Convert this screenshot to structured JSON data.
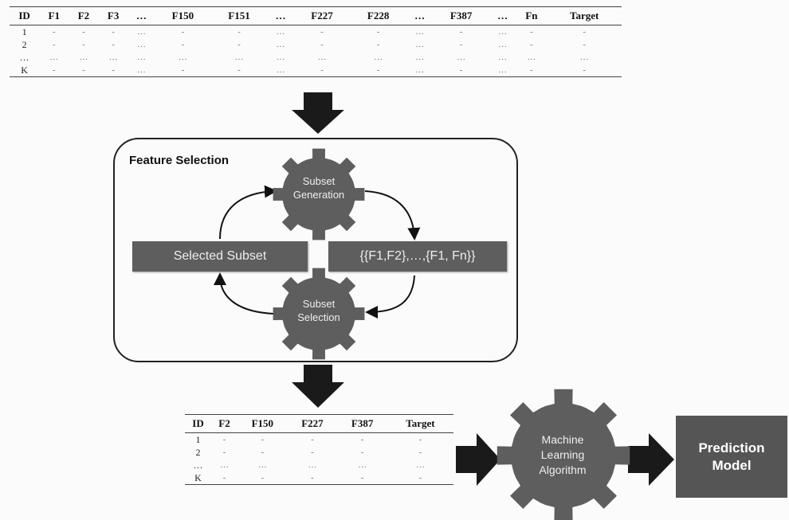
{
  "top_table": {
    "headers": [
      "ID",
      "F1",
      "F2",
      "F3",
      "…",
      "F150",
      "F151",
      "…",
      "F227",
      "F228",
      "…",
      "F387",
      "…",
      "Fn",
      "Target"
    ],
    "rows": [
      [
        "1",
        "-",
        "-",
        "-",
        "…",
        "-",
        "-",
        "…",
        "-",
        "-",
        "…",
        "-",
        "…",
        "-",
        "-"
      ],
      [
        "2",
        "-",
        "-",
        "-",
        "…",
        "-",
        "-",
        "…",
        "-",
        "-",
        "…",
        "-",
        "…",
        "-",
        "-"
      ],
      [
        "…",
        "…",
        "…",
        "…",
        "…",
        "…",
        "…",
        "…",
        "…",
        "…",
        "…",
        "…",
        "…",
        "…",
        "…"
      ],
      [
        "K",
        "-",
        "-",
        "-",
        "…",
        "-",
        "-",
        "…",
        "-",
        "-",
        "…",
        "-",
        "…",
        "-",
        "-"
      ]
    ]
  },
  "feature_selection": {
    "title": "Feature Selection",
    "gear_top_line1": "Subset",
    "gear_top_line2": "Generation",
    "gear_bottom_line1": "Subset",
    "gear_bottom_line2": "Selection",
    "selected_subset": "Selected Subset",
    "subsets": "{{F1,F2},…,{F1, Fn}}"
  },
  "bottom_table": {
    "headers": [
      "ID",
      "F2",
      "F150",
      "F227",
      "F387",
      "Target"
    ],
    "rows": [
      [
        "1",
        "-",
        "-",
        "-",
        "-",
        "-"
      ],
      [
        "2",
        "-",
        "-",
        "-",
        "-",
        "-"
      ],
      [
        "…",
        "…",
        "…",
        "…",
        "…",
        "…"
      ],
      [
        "K",
        "-",
        "-",
        "-",
        "-",
        "-"
      ]
    ]
  },
  "ml_gear": {
    "line1": "Machine",
    "line2": "Learning",
    "line3": "Algorithm"
  },
  "prediction": {
    "line1": "Prediction",
    "line2": "Model"
  },
  "colors": {
    "gear": "#5e5e5e",
    "arrow": "#1a1a1a",
    "prediction_box": "#555555"
  }
}
